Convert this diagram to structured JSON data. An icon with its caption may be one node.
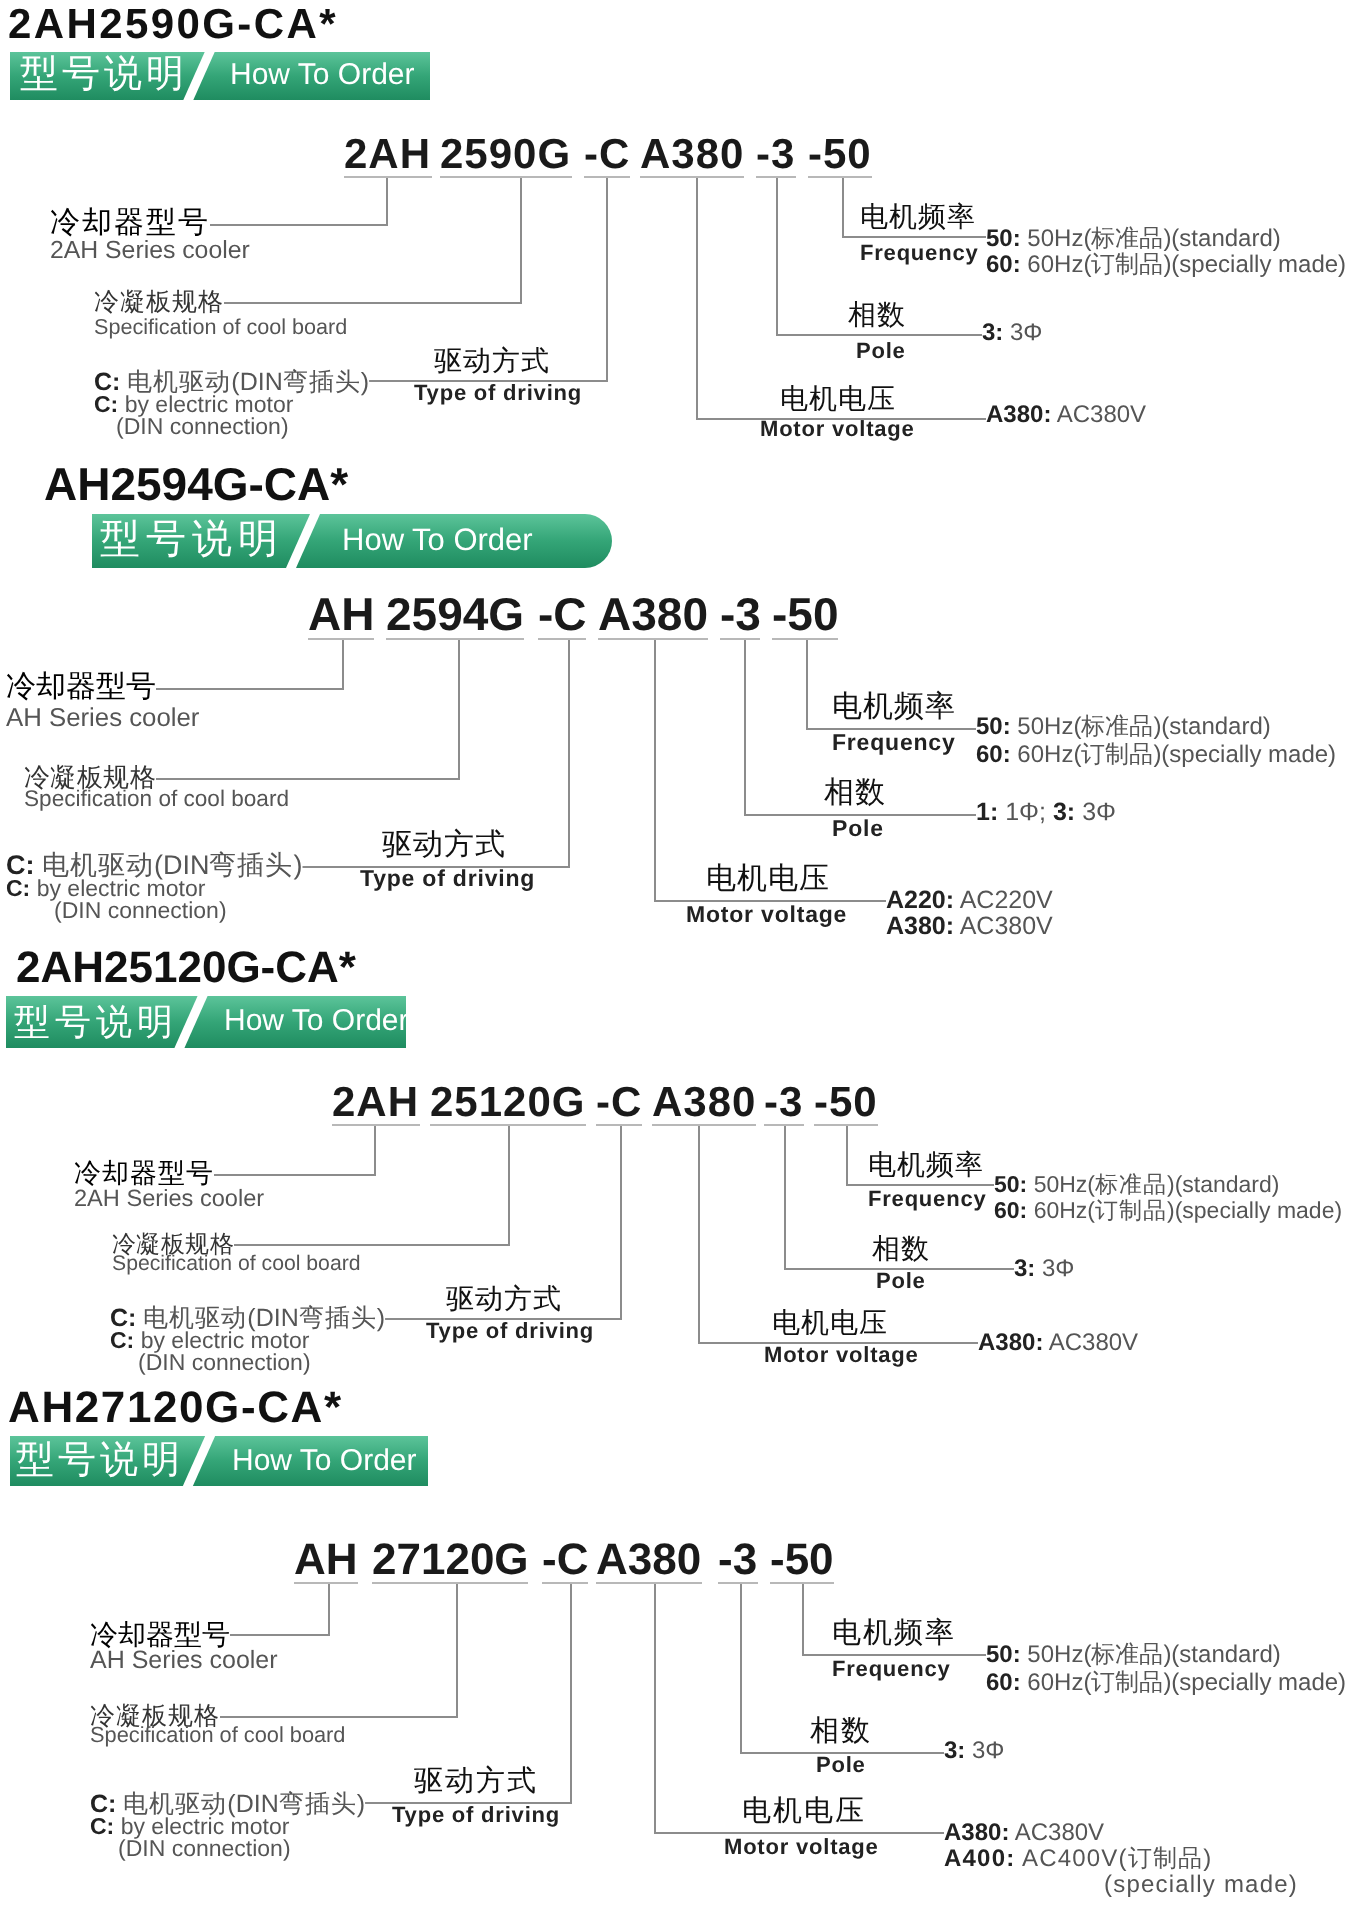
{
  "diagram": {
    "nodes": [
      {
        "text": [
          "型号说明",
          "How To Order"
        ]
      },
      {
        "text": [
          "2AH"
        ]
      },
      {
        "text": [
          "2590G"
        ]
      },
      {
        "text": [
          "-C"
        ]
      },
      {
        "text": [
          "A380"
        ]
      },
      {
        "text": [
          "-3"
        ]
      },
      {
        "text": [
          "-50"
        ]
      },
      {
        "text": [
          "冷却器型号"
        ],
        "beside": [
          "2AH Series cooler"
        ]
      },
      {
        "text": [
          "电机频率"
        ],
        "beside": [
          "Frequency"
        ]
      },
      {
        "text": [
          "**50:** 50Hz(标准品)(standard)",
          "**60:** 60Hz(订制品)(specially made)"
        ]
      },
      {
        "text": [
          "冷凝板规格"
        ],
        "beside": [
          "Specification of cool board"
        ]
      },
      {
        "text": [
          "相数"
        ],
        "beside": [
          "Pole"
        ]
      },
      {
        "text": [
          "**3:** 3Φ"
        ]
      },
      {
        "text": [
          "驱动方式"
        ],
        "beside": [
          "Type of driving"
        ]
      },
      {
        "text": [
          "**C:** 电机驱动(DIN弯插头)",
          "**C:** by electric motor (DIN connection)"
        ]
      },
      {
        "text": [
          "电机电压"
        ],
        "beside": [
          "Motor voltage"
        ]
      },
      {
        "text": [
          "**A380:** AC380V"
        ]
      },
      {
        "text": [
          "型号说明",
          "How To Order"
        ]
      },
      {
        "text": [
          "AH"
        ]
      },
      {
        "text": [
          "2594G"
        ]
      },
      {
        "text": [
          "-C"
        ]
      },
      {
        "text": [
          "A380"
        ]
      },
      {
        "text": [
          "-3"
        ]
      },
      {
        "text": [
          "-50"
        ]
      },
      {
        "text": [
          "冷却器型号"
        ],
        "beside": [
          "AH Series cooler"
        ]
      },
      {
        "text": [
          "电机频率"
        ],
        "beside": [
          "Frequency"
        ]
      },
      {
        "text": [
          "**50:** 50Hz(标准品)(standard)",
          "**60:** 60Hz(订制品)(specially made)"
        ]
      },
      {
        "text": [
          "冷凝板规格"
        ],
        "beside": [
          "Specification of cool board"
        ]
      },
      {
        "text": [
          "相数"
        ],
        "beside": [
          "Pole"
        ]
      },
      {
        "text": [
          "**1:** 1Φ; **3:** 3Φ"
        ]
      },
      {
        "text": [
          "驱动方式"
        ],
        "beside": [
          "Type of driving"
        ]
      },
      {
        "text": [
          "**C:** 电机驱动(DIN弯插头)",
          "**C:** by electric motor (DIN connection)"
        ]
      },
      {
        "text": [
          "电机电压"
        ],
        "beside": [
          "Motor voltage"
        ]
      },
      {
        "text": [
          "**A220:** AC220V",
          "**A380:** AC380V"
        ]
      },
      {
        "text": [
          "型号说明",
          "How To Order"
        ]
      },
      {
        "text": [
          "2AH"
        ]
      },
      {
        "text": [
          "25120G"
        ]
      },
      {
        "text": [
          "-C"
        ]
      },
      {
        "text": [
          "A380"
        ]
      },
      {
        "text": [
          "-3"
        ]
      },
      {
        "text": [
          "-50"
        ]
      },
      {
        "text": [
          "冷却器型号"
        ],
        "beside": [
          "2AH Series cooler"
        ]
      },
      {
        "text": [
          "电机频率"
        ],
        "beside": [
          "Frequency"
        ]
      },
      {
        "text": [
          "**50:** 50Hz(标准品)(standard)",
          "**60:** 60Hz(订制品)(specially made)"
        ]
      },
      {
        "text": [
          "冷凝板规格"
        ],
        "beside": [
          "Specification of cool board"
        ]
      },
      {
        "text": [
          "相数"
        ],
        "beside": [
          "Pole"
        ]
      },
      {
        "text": [
          "**3:** 3Φ"
        ]
      },
      {
        "text": [
          "驱动方式"
        ],
        "beside": [
          "Type of driving"
        ]
      },
      {
        "text": [
          "**C:** 电机驱动(DIN弯插头)",
          "**C:** by electric motor (DIN connection)"
        ]
      },
      {
        "text": [
          "电机电压"
        ],
        "beside": [
          "Motor voltage"
        ]
      },
      {
        "text": [
          "**A380:** AC380V"
        ]
      },
      {
        "text": [
          "型号说明",
          "How To Order"
        ]
      },
      {
        "text": [
          "AH"
        ]
      },
      {
        "text": [
          "27120G"
        ]
      },
      {
        "text": [
          "-C"
        ]
      },
      {
        "text": [
          "A380"
        ]
      },
      {
        "text": [
          "-3"
        ]
      },
      {
        "text": [
          "-50"
        ]
      },
      {
        "text": [
          "冷却器型号"
        ],
        "beside": [
          "AH Series cooler"
        ]
      },
      {
        "text": [
          "电机频率"
        ],
        "beside": [
          "Frequency"
        ]
      },
      {
        "text": [
          "**50:** 50Hz(标准品)(standard)",
          "**60:** 60Hz(订制品)(specially made)"
        ]
      },
      {
        "text": [
          "冷凝板规格"
        ],
        "beside": [
          "Specification of cool board"
        ]
      },
      {
        "text": [
          "相数"
        ],
        "beside": [
          "Pole"
        ]
      },
      {
        "text": [
          "**3:** 3Φ"
        ]
      },
      {
        "text": [
          "驱动方式"
        ],
        "beside": [
          "Type of driving"
        ]
      },
      {
        "text": [
          "**C:** 电机驱动(DIN弯插头)",
          "**C:** by electric motor (DIN connection)"
        ]
      },
      {
        "text": [
          "电机电压"
        ],
        "beside": [
          "Motor voltage"
        ]
      },
      {
        "text": [
          "**A380:** AC380V",
          "**A400:** AC400V(订制品) (specially made)"
        ]
      }
    ],
    "edges": [
      {
        "from": 1,
        "to": 7,
        "arrow": "none"
      },
      {
        "from": 2,
        "to": 10,
        "arrow": "none"
      },
      {
        "from": 3,
        "to": 13,
        "arrow": "none"
      },
      {
        "from": 13,
        "to": 14,
        "arrow": "none"
      },
      {
        "from": 4,
        "to": 15,
        "arrow": "none"
      },
      {
        "from": 15,
        "to": 16,
        "arrow": "none"
      },
      {
        "from": 5,
        "to": 11,
        "arrow": "none"
      },
      {
        "from": 11,
        "to": 12,
        "arrow": "none"
      },
      {
        "from": 6,
        "to": 8,
        "arrow": "none"
      },
      {
        "from": 8,
        "to": 9,
        "arrow": "none"
      },
      {
        "from": 18,
        "to": 24,
        "arrow": "none"
      },
      {
        "from": 19,
        "to": 27,
        "arrow": "none"
      },
      {
        "from": 20,
        "to": 30,
        "arrow": "none"
      },
      {
        "from": 30,
        "to": 31,
        "arrow": "none"
      },
      {
        "from": 21,
        "to": 32,
        "arrow": "none"
      },
      {
        "from": 32,
        "to": 33,
        "arrow": "none"
      },
      {
        "from": 22,
        "to": 28,
        "arrow": "none"
      },
      {
        "from": 28,
        "to": 29,
        "arrow": "none"
      },
      {
        "from": 23,
        "to": 25,
        "arrow": "none"
      },
      {
        "from": 25,
        "to": 26,
        "arrow": "none"
      },
      {
        "from": 35,
        "to": 41,
        "arrow": "none"
      },
      {
        "from": 36,
        "to": 44,
        "arrow": "none"
      },
      {
        "from": 37,
        "to": 47,
        "arrow": "none"
      },
      {
        "from": 47,
        "to": 48,
        "arrow": "none"
      },
      {
        "from": 38,
        "to": 49,
        "arrow": "none"
      },
      {
        "from": 49,
        "to": 50,
        "arrow": "none"
      },
      {
        "from": 39,
        "to": 45,
        "arrow": "none"
      },
      {
        "from": 45,
        "to": 46,
        "arrow": "none"
      },
      {
        "from": 40,
        "to": 42,
        "arrow": "none"
      },
      {
        "from": 42,
        "to": 43,
        "arrow": "none"
      },
      {
        "from": 52,
        "to": 58,
        "arrow": "none"
      },
      {
        "from": 53,
        "to": 61,
        "arrow": "none"
      },
      {
        "from": 54,
        "to": 64,
        "arrow": "none"
      },
      {
        "from": 64,
        "to": 65,
        "arrow": "none"
      },
      {
        "from": 55,
        "to": 66,
        "arrow": "none"
      },
      {
        "from": 66,
        "to": 67,
        "arrow": "none"
      },
      {
        "from": 56,
        "to": 62,
        "arrow": "none"
      },
      {
        "from": 62,
        "to": 63,
        "arrow": "none"
      },
      {
        "from": 57,
        "to": 59,
        "arrow": "none"
      },
      {
        "from": 59,
        "to": 60,
        "arrow": "none"
      }
    ],
    "labels": [
      "2AH2590G-CA*",
      "AH2594G-CA*",
      "2AH25120G-CA*",
      "AH27120G-CA*"
    ]
  }
}
